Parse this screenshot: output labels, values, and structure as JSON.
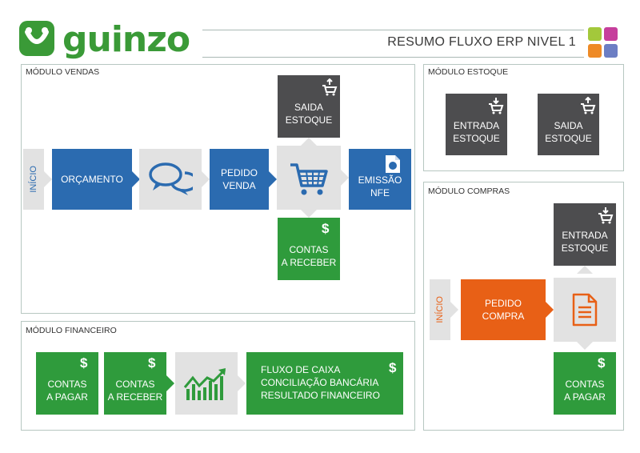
{
  "header": {
    "logo_text": "guinzo",
    "title": "RESUMO FLUXO ERP NIVEL 1",
    "colors": {
      "brand_green": "#3a9a37"
    }
  },
  "colors": {
    "blue": "#2b6bb0",
    "dark_gray": "#4d4d4f",
    "green": "#2f9b3c",
    "orange": "#e86016",
    "light_gray": "#e2e2e2"
  },
  "vendas": {
    "label": "MÓDULO VENDAS",
    "inicio": "INÍCIO",
    "orcamento": "ORÇAMENTO",
    "chat_icon": "chat-bubbles-icon",
    "pedido_l1": "PEDIDO",
    "pedido_l2": "VENDA",
    "cart_icon": "shopping-cart-icon",
    "saida_l1": "SAIDA",
    "saida_l2": "ESTOQUE",
    "emissao_l1": "EMISSÃO",
    "emissao_l2": "NFE",
    "contas_l1": "CONTAS",
    "contas_l2": "A RECEBER",
    "dollar": "$"
  },
  "estoque": {
    "label": "MÓDULO ESTOQUE",
    "entrada_l1": "ENTRADA",
    "entrada_l2": "ESTOQUE",
    "saida_l1": "SAIDA",
    "saida_l2": "ESTOQUE"
  },
  "compras": {
    "label": "MÓDULO COMPRAS",
    "inicio": "INÍCIO",
    "entrada_l1": "ENTRADA",
    "entrada_l2": "ESTOQUE",
    "pedido_l1": "PEDIDO",
    "pedido_l2": "COMPRA",
    "doc_icon": "document-icon",
    "contas_l1": "CONTAS",
    "contas_l2": "A PAGAR",
    "dollar": "$"
  },
  "financeiro": {
    "label": "MÓDULO FINANCEIRO",
    "pagar_l1": "CONTAS",
    "pagar_l2": "A PAGAR",
    "receber_l1": "CONTAS",
    "receber_l2": "A RECEBER",
    "chart_icon": "growth-chart-icon",
    "fluxo_l1": "FLUXO DE CAIXA",
    "fluxo_l2": "CONCILIAÇÃO BANCÁRIA",
    "fluxo_l3": "RESULTADO FINANCEIRO",
    "dollar": "$"
  }
}
